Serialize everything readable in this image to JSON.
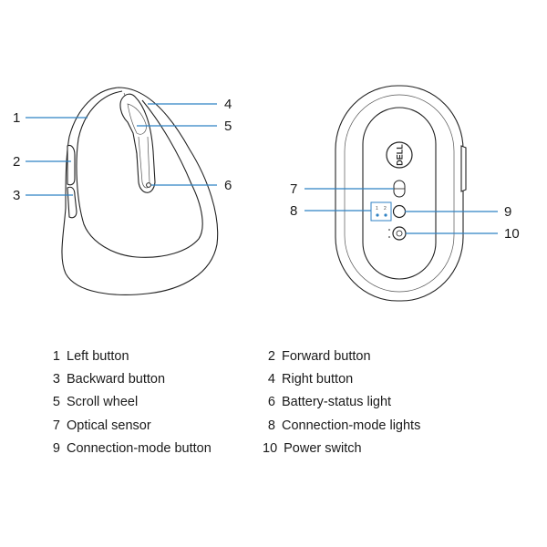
{
  "callouts": {
    "c1": "1",
    "c2": "2",
    "c3": "3",
    "c4": "4",
    "c5": "5",
    "c6": "6",
    "c7": "7",
    "c8": "8",
    "c9": "9",
    "c10": "10"
  },
  "bottom_view": {
    "logo": "DELL",
    "mode_label_1": "1",
    "mode_label_2": "2"
  },
  "legend": [
    {
      "num": "1",
      "label": "Left button"
    },
    {
      "num": "2",
      "label": "Forward button"
    },
    {
      "num": "3",
      "label": "Backward button"
    },
    {
      "num": "4",
      "label": "Right button"
    },
    {
      "num": "5",
      "label": "Scroll wheel"
    },
    {
      "num": "6",
      "label": "Battery-status light"
    },
    {
      "num": "7",
      "label": "Optical sensor"
    },
    {
      "num": "8",
      "label": "Connection-mode lights"
    },
    {
      "num": "9",
      "label": "Connection-mode button"
    },
    {
      "num": "10",
      "label": "Power switch"
    }
  ],
  "colors": {
    "leader": "#2f82c4",
    "outline": "#222222",
    "text": "#1a1a1a"
  }
}
